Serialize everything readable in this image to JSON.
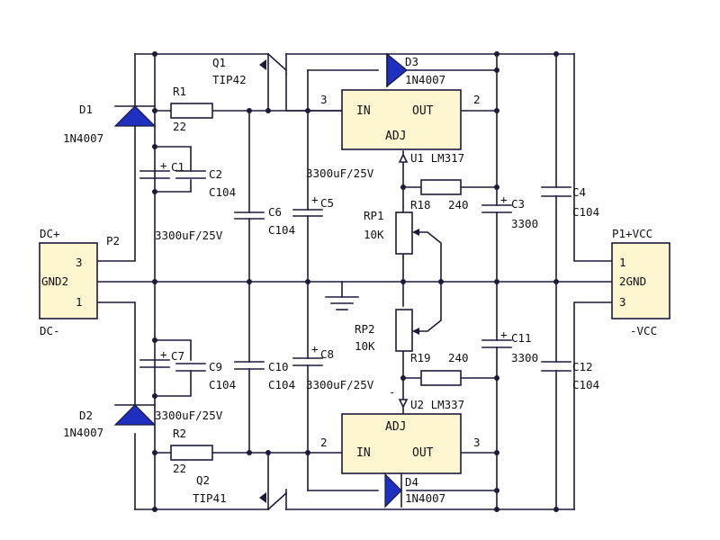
{
  "labels": {
    "q1": "Q1",
    "q1_type": "TIP42",
    "q2": "Q2",
    "q2_type": "TIP41",
    "d1": "D1",
    "d1_type": "1N4007",
    "d2": "D2",
    "d2_type": "1N4007",
    "d3": "D3",
    "d3_type": "1N4007",
    "d4": "D4",
    "d4_type": "1N4007",
    "r1": "R1",
    "r1_val": "22",
    "r2": "R2",
    "r2_val": "22",
    "c1": "C1",
    "c2": "C2",
    "c2_val": "C104",
    "c1_val": "3300uF/25V",
    "c6": "C6",
    "c6_val": "C104",
    "c5": "C5",
    "c5_val": "3300uF/25V",
    "c7": "C7",
    "c9": "C9",
    "c9_val": "C104",
    "c7_val": "3300uF/25V",
    "c10": "C10",
    "c10_val": "C104",
    "c8": "C8",
    "c8_val": "3300uF/25V",
    "c3": "C3",
    "c3_val": "3300",
    "c4": "C4",
    "c4_val": "C104",
    "c11": "C11",
    "c11_val": "3300",
    "c12": "C12",
    "c12_val": "C104",
    "u1": "U1  LM317",
    "u2": "U2  LM337",
    "u1_in": "IN",
    "u1_out": "OUT",
    "u1_adj": "ADJ",
    "u1_pin3": "3",
    "u1_pin2": "2",
    "u2_in": "IN",
    "u2_out": "OUT",
    "u2_adj": "ADJ",
    "u2_pin2": "2",
    "u2_pin3": "3",
    "r18": "R18",
    "r18_val": "240",
    "r19": "R19",
    "r19_val": "240",
    "rp1": "RP1",
    "rp1_val": "10K",
    "rp2": "RP2",
    "rp2_val": "10K",
    "p2": "P2",
    "p2_pin3": "3",
    "p2_gnd": "GND2",
    "p2_pin1": "1",
    "dc_plus": "DC+",
    "dc_minus": "DC-",
    "p1": "P1+VCC",
    "p1_pin1": "1",
    "p1_gnd": "2GND",
    "p1_pin3": "3",
    "minus_vcc": "-VCC",
    "plus": "+",
    "minus": "-"
  }
}
